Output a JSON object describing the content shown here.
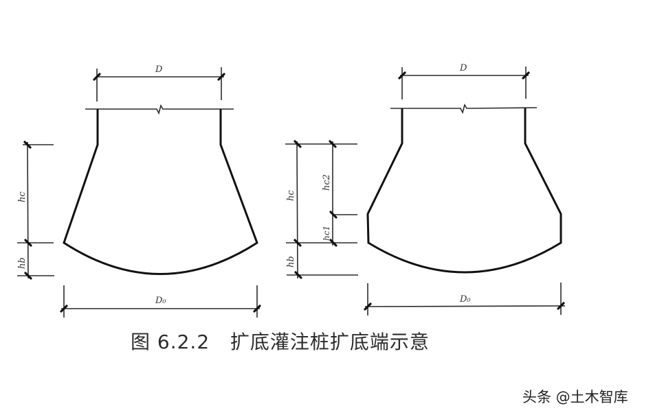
{
  "figure": {
    "caption": "图 6.2.2   扩底灌注桩扩底端示意",
    "left_diagram": {
      "labels": {
        "D": "D",
        "D0": "D₀",
        "hc": "hc",
        "hb": "hb"
      }
    },
    "right_diagram": {
      "labels": {
        "D": "D",
        "D0": "D₀",
        "hc": "hc",
        "hc2": "hc2",
        "hc1": "hc1",
        "hb": "hb"
      }
    }
  },
  "watermark": "头条 @土木智库"
}
